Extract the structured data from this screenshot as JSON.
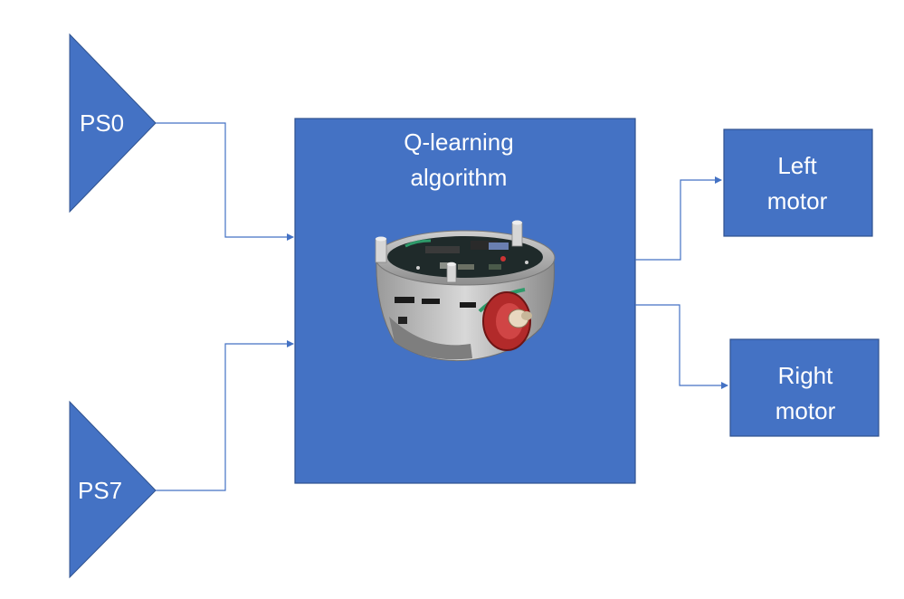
{
  "colors": {
    "block_fill": "#4472C4",
    "block_stroke": "#2F528F",
    "connector": "#4472C4",
    "text": "#FFFFFF"
  },
  "sensors": [
    {
      "label": "PS0"
    },
    {
      "label": "PS7"
    }
  ],
  "controller": {
    "title_line1": "Q-learning",
    "title_line2": "algorithm",
    "image": "e-puck-robot-illustration"
  },
  "outputs": [
    {
      "line1": "Left",
      "line2": "motor"
    },
    {
      "line1": "Right",
      "line2": "motor"
    }
  ]
}
